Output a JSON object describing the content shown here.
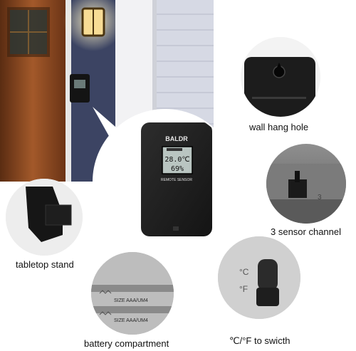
{
  "product": {
    "brand": "BALDR",
    "lcd_top": "28.0℃",
    "lcd_bottom": "69%",
    "sensor_label": "REMOTE SENSOR"
  },
  "callouts": {
    "wall_hang_hole": "wall hang hole",
    "sensor_channel": "3 sensor channel",
    "tabletop_stand": "tabletop stand",
    "battery_compartment": "battery compartment",
    "unit_switch": "℃/°F to swicth"
  },
  "battery_markings": {
    "line1": "SIZE AAA/UM4",
    "line2": "SIZE AAA/UM4"
  },
  "switch_markings": {
    "c": "°C",
    "f": "°F"
  },
  "colors": {
    "device": "#1e1e1e",
    "door": "#8a4a22",
    "siding": "#d6d9e4"
  }
}
